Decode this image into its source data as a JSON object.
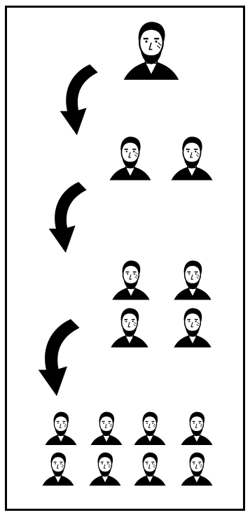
{
  "diagram": {
    "type": "generational-succession",
    "colors": {
      "border": "#000000",
      "ink": "#000000",
      "skin": "#ffffff",
      "background": "#ffffff"
    },
    "arrow_icon": "curved-arrow-down-icon",
    "generations": [
      {
        "level": 1,
        "portrait_count": 1
      },
      {
        "level": 2,
        "portrait_count": 2
      },
      {
        "level": 3,
        "portrait_count": 4
      },
      {
        "level": 4,
        "portrait_count": 8
      }
    ],
    "arrows": 3
  }
}
